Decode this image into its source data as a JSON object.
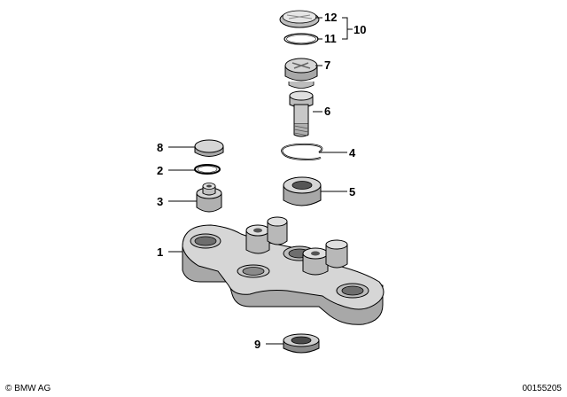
{
  "callouts": {
    "c1": "1",
    "c2": "2",
    "c3": "3",
    "c4": "4",
    "c5": "5",
    "c6": "6",
    "c7": "7",
    "c8": "8",
    "c9": "9",
    "c10": "10",
    "c11": "11",
    "c12": "12"
  },
  "footer": {
    "copyright": "© BMW AG",
    "doc_number": "00155205"
  },
  "colors": {
    "part_fill": "#d6d6d6",
    "part_shadow": "#a8a8a8",
    "line": "#000000"
  }
}
